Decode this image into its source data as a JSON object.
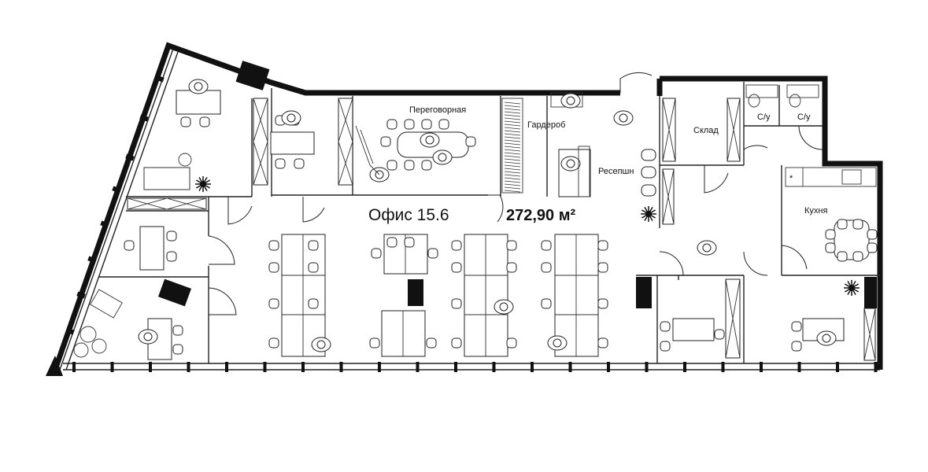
{
  "plan": {
    "office_name": "Офис 15.6",
    "office_area": "272,90 м²"
  },
  "rooms": {
    "meeting": "Переговорная",
    "wardrobe": "Гардероб",
    "reception": "Ресепшн",
    "storage": "Склад",
    "wc_left": "С/у",
    "wc_right": "С/у",
    "kitchen": "Кухня"
  },
  "icons": {
    "window-icon": "window",
    "door-icon": "door-swing",
    "plant-icon": "plant",
    "chair-icon": "chair",
    "person-icon": "person-at-desk"
  }
}
